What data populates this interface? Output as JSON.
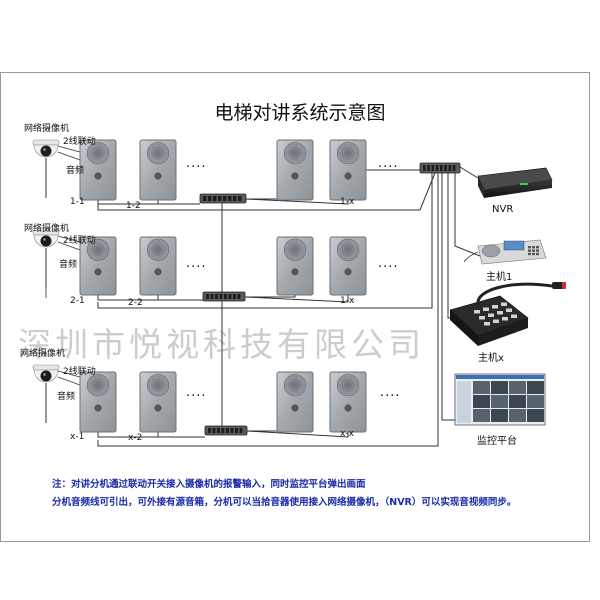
{
  "title": "电梯对讲系统示意图",
  "watermark": "深圳市悦视科技有限公司",
  "groups": [
    {
      "camera_label": "网络摄像机",
      "link_label": "2线联动",
      "audio_label": "音频",
      "panels": [
        "1-1",
        "1-2",
        "1-x"
      ]
    },
    {
      "camera_label": "网络摄像机",
      "link_label": "2线联动",
      "audio_label": "音频",
      "panels": [
        "2-1",
        "2-2",
        "1-x"
      ]
    },
    {
      "camera_label": "网络摄像机",
      "link_label": "2线联动",
      "audio_label": "音频",
      "panels": [
        "x-1",
        "x-2",
        "x-x"
      ]
    }
  ],
  "ellipsis": "....",
  "devices": {
    "nvr": "NVR",
    "host1": "主机1",
    "hostx": "主机x",
    "platform": "监控平台"
  },
  "notes": {
    "line1": "注：对讲分机通过联动开关接入摄像机的报警输入，同时监控平台弹出画面",
    "line2": "分机音频线可引出，可外接有源音箱，分机可以当拾音器使用接入网络摄像机，（NVR）可以实现音视频同步。"
  },
  "colors": {
    "line": "#333333",
    "panel": "#a9aeb3",
    "note": "#1a2aa6",
    "watermark": "#787878"
  }
}
